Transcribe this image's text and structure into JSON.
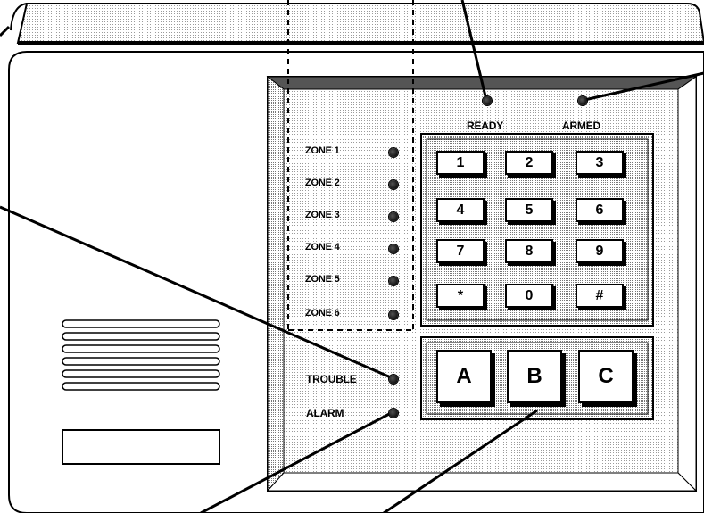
{
  "indicators": {
    "ready": "READY",
    "armed": "ARMED",
    "trouble": "TROUBLE",
    "alarm": "ALARM"
  },
  "zones": [
    "ZONE 1",
    "ZONE 2",
    "ZONE 3",
    "ZONE 4",
    "ZONE 5",
    "ZONE 6"
  ],
  "keypad": [
    "1",
    "2",
    "3",
    "4",
    "5",
    "6",
    "7",
    "8",
    "9",
    "*",
    "0",
    "#"
  ],
  "function_keys": [
    "A",
    "B",
    "C"
  ]
}
